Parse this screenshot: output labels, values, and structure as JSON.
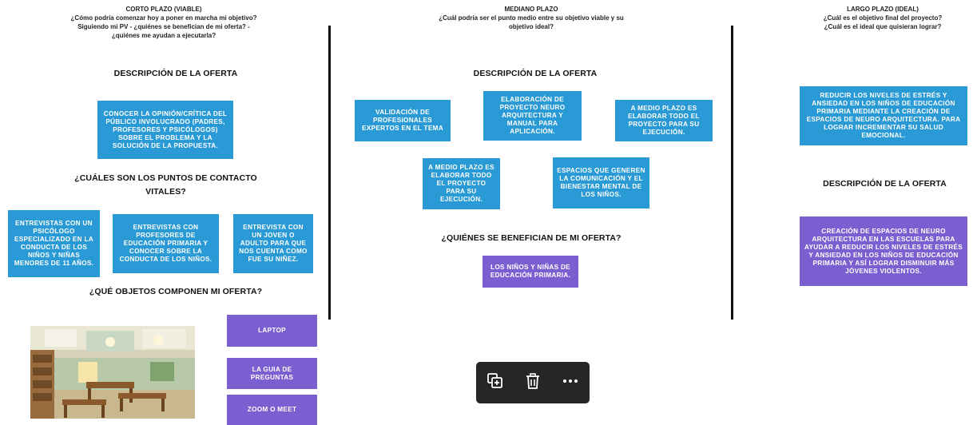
{
  "columns": {
    "left": {
      "header_title": "CORTO PLAZO (VIABLE)",
      "header_q1": "¿Cómo podría comenzar hoy a poner en marcha mi objetivo?",
      "header_q2": "Siguiendo mi PV - ¿quiénes se benefician de mi oferta? -",
      "header_q3": "¿quiénes me ayudan a ejecutarla?",
      "section_offer": "DESCRIPCIÓN DE LA OFERTA",
      "offer_card": "CONOCER LA OPINIÓN/CRÍTICA DEL PÚBLICO INVOLUCRADO (PADRES, PROFESORES Y PSICÓLOGOS) SOBRE EL PROBLEMA Y LA SOLUCIÓN DE LA PROPUESTA.",
      "section_contact": "¿CUÁLES SON LOS PUNTOS DE CONTACTO VITALES?",
      "contact_cards": [
        "ENTREVISTAS CON UN PSICÓLOGO ESPECIALIZADO EN LA CONDUCTA DE LOS NIÑOS Y NIÑAS MENORES DE 11 AÑOS.",
        "ENTREVISTAS CON PROFESORES DE EDUCACIÓN PRIMARIA Y CONOCER SOBRE LA CONDUCTA DE LOS NIÑOS.",
        "ENTREVISTA CON UN JOVEN O ADULTO PARA QUE NOS CUENTA COMO FUE SU NIÑEZ."
      ],
      "section_objects": "¿QUÉ OBJETOS COMPONEN MI OFERTA?",
      "object_cards": [
        "LAPTOP",
        "LA GUIA DE PREGUNTAS",
        "ZOOM O MEET"
      ]
    },
    "middle": {
      "header_title": "MEDIANO PLAZO",
      "header_q1": "¿Cuál podría ser el punto medio entre su objetivo viable y su",
      "header_q2": "objetivo ideal?",
      "section_offer": "DESCRIPCIÓN DE LA OFERTA",
      "offer_cards": [
        "VALIDACIÓN DE PROFESIONALES EXPERTOS EN EL TEMA",
        "ELABORACIÓN DE PROYECTO NEURO ARQUITECTURA Y MANUAL PARA APLICACIÓN.",
        "A MEDIO PLAZO ES ELABORAR TODO EL PROYECTO PARA SU EJECUCIÓN.",
        "A MEDIO PLAZO ES ELABORAR TODO EL PROYECTO PARA SU EJECUCIÓN.",
        "ESPACIOS QUE GENEREN LA COMUNICACIÓN Y EL BIENESTAR MENTAL DE LOS NIÑOS."
      ],
      "section_benefit": "¿QUIÉNES SE BENEFICIAN DE MI OFERTA?",
      "benefit_card": "LOS NIÑOS Y NIÑAS DE EDUCACIÓN PRIMARIA."
    },
    "right": {
      "header_title": "LARGO PLAZO (IDEAL)",
      "header_q1": "¿Cuál es el objetivo final del proyecto?",
      "header_q2": "¿Cuál es el ideal que quisieran lograr?",
      "goal_card": "REDUCIR LOS NIVELES DE ESTRÉS Y ANSIEDAD EN LOS NIÑOS DE EDUCACIÓN PRIMARIA MEDIANTE LA CREACIÓN DE ESPACIOS DE NEURO ARQUITECTURA. PARA LOGRAR INCREMENTAR SU SALUD EMOCIONAL.",
      "section_offer": "DESCRIPCIÓN DE LA OFERTA",
      "offer_card": "CREACIÓN DE ESPACIOS DE NEURO ARQUITECTURA EN LAS ESCUELAS PARA AYUDAR A REDUCIR LOS NIVELES DE ESTRÉS Y ANSIEDAD EN LOS NIÑOS DE EDUCACIÓN PRIMARIA Y ASÍ LOGRAR DISMINUIR MÁS JÓVENES VIOLENTOS."
    }
  },
  "toolbar": {
    "icons": [
      "duplicate-icon",
      "trash-icon",
      "more-icon"
    ]
  },
  "colors": {
    "blue": "#2a9ad6",
    "purple": "#7b5fd1",
    "toolbar": "#262626"
  }
}
